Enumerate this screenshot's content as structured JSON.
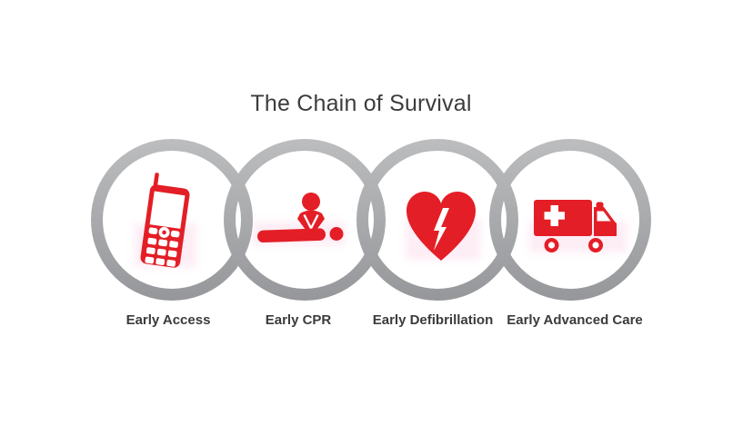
{
  "title": "The Chain of Survival",
  "colors": {
    "background": "#ffffff",
    "ring_gray": "#a9abad",
    "accent_red": "#e41e26",
    "title_text": "#3c3c3c",
    "label_text": "#3b3b3b",
    "artifact_pink": "#f8c8e0"
  },
  "chain": {
    "links": [
      {
        "label": "Early Access",
        "icon": "mobile-phone-icon"
      },
      {
        "label": "Early CPR",
        "icon": "cpr-icon"
      },
      {
        "label": "Early Defibrillation",
        "icon": "heart-defibrillation-icon"
      },
      {
        "label": "Early Advanced Care",
        "icon": "ambulance-icon"
      }
    ]
  }
}
